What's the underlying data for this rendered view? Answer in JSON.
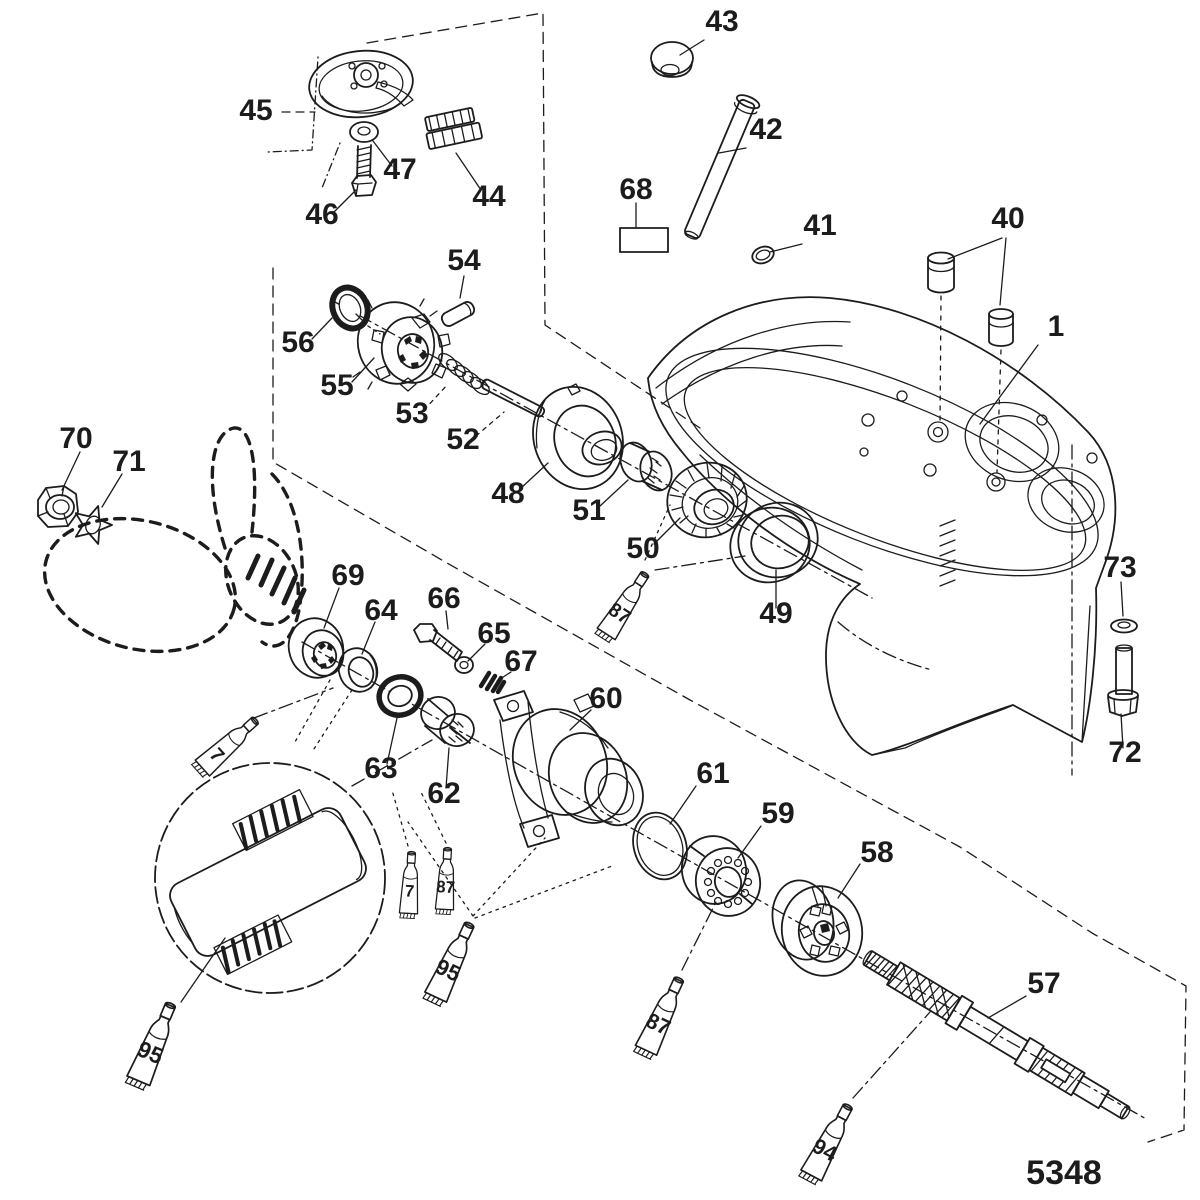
{
  "colors": {
    "ink": "#1c1c1c",
    "background": "#ffffff"
  },
  "drawing_number": "5348",
  "callouts": {
    "c1": "1",
    "c40": "40",
    "c41": "41",
    "c42": "42",
    "c43": "43",
    "c44": "44",
    "c45": "45",
    "c46": "46",
    "c47": "47",
    "c48": "48",
    "c49": "49",
    "c50": "50",
    "c51": "51",
    "c52": "52",
    "c53": "53",
    "c54": "54",
    "c55": "55",
    "c56": "56",
    "c57": "57",
    "c58": "58",
    "c59": "59",
    "c60": "60",
    "c61": "61",
    "c62": "62",
    "c63": "63",
    "c64": "64",
    "c65": "65",
    "c66": "66",
    "c67": "67",
    "c68": "68",
    "c69": "69",
    "c70": "70",
    "c71": "71",
    "c72": "72",
    "c73": "73"
  },
  "tube_labels": {
    "t1": "7",
    "t2": "95",
    "t3": "7",
    "t4": "87",
    "t5": "95",
    "t6": "87",
    "t7": "87",
    "t8": "94"
  }
}
